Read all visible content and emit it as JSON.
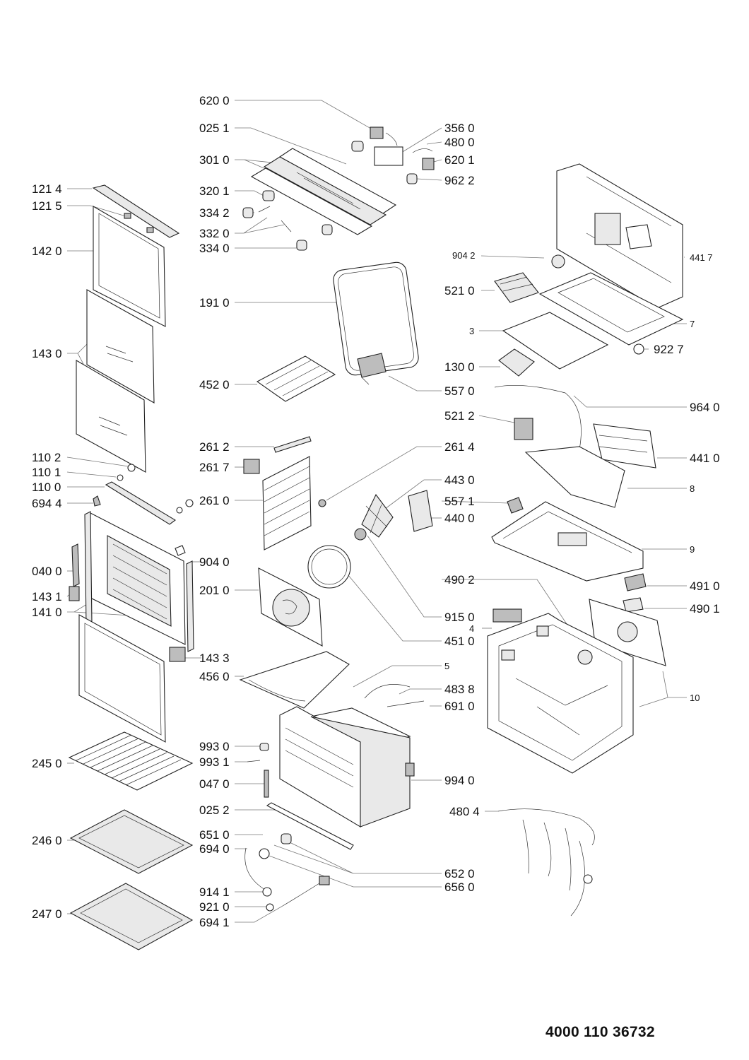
{
  "document_number": "4000 110 36732",
  "callouts": {
    "c6200": "620 0",
    "c0251": "025 1",
    "c3010": "301 0",
    "c3201": "320 1",
    "c3342": "334 2",
    "c3320": "332 0",
    "c3340": "334 0",
    "c3560": "356 0",
    "c4800": "480 0",
    "c6201": "620 1",
    "c9622": "962 2",
    "c1214": "121 4",
    "c1215": "121 5",
    "c1420": "142 0",
    "c1430": "143 0",
    "c1910": "191 0",
    "c4520": "452 0",
    "c5570": "557 0",
    "c9042": "904 2",
    "c5210": "521 0",
    "c4417": "441 7",
    "c7": "7",
    "c3": "3",
    "c9227": "922 7",
    "c1300": "130 0",
    "c9640": "964 0",
    "c5212": "521 2",
    "c4410": "441 0",
    "c8": "8",
    "c1102": "110 2",
    "c1101": "110 1",
    "c1100": "110 0",
    "c6944": "694 4",
    "c2612": "261 2",
    "c2617": "261 7",
    "c2610": "261 0",
    "c2614": "261 4",
    "c4430": "443 0",
    "c5571": "557 1",
    "c4400": "440 0",
    "c9": "9",
    "c0400": "040 0",
    "c9040": "904 0",
    "c2010": "201 0",
    "c1431": "143 1",
    "c1410": "141 0",
    "c4902": "490 2",
    "c4910": "491 0",
    "c4901": "490 1",
    "c9150": "915 0",
    "c4": "4",
    "c4510": "451 0",
    "c1433": "143 3",
    "c5": "5",
    "c4560": "456 0",
    "c4838": "483 8",
    "c6910": "691 0",
    "c10": "10",
    "c9930": "993 0",
    "c2450": "245 0",
    "c9931": "993 1",
    "c0470": "047 0",
    "c9940": "994 0",
    "c0252": "025 2",
    "c4804": "480 4",
    "c2460": "246 0",
    "c6510": "651 0",
    "c6940": "694 0",
    "c6520": "652 0",
    "c6560": "656 0",
    "c9141": "914 1",
    "c9210": "921 0",
    "c2470": "247 0",
    "c6941": "694 1"
  }
}
